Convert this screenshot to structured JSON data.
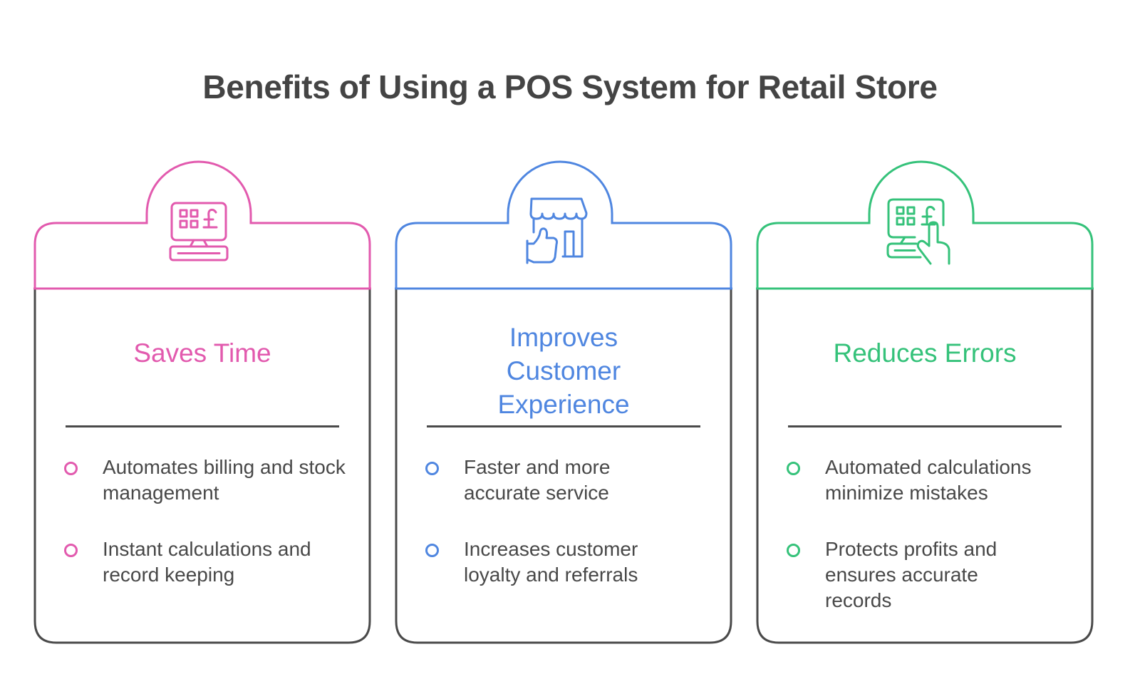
{
  "title": "Benefits of Using a POS System for Retail Store",
  "cards": [
    {
      "heading": "Saves Time",
      "color": "#E25AAE",
      "icon": "pos-terminal-pound-icon",
      "bullets": [
        "Automates billing and stock management",
        "Instant calculations and record keeping"
      ]
    },
    {
      "heading": "Improves Customer Experience",
      "color": "#4F86E0",
      "icon": "store-thumbs-up-icon",
      "bullets": [
        "Faster and more accurate service",
        "Increases customer loyalty and referrals"
      ]
    },
    {
      "heading": "Reduces Errors",
      "color": "#35C27A",
      "icon": "pos-terminal-touch-icon",
      "bullets": [
        "Automated calculations minimize mistakes",
        "Protects profits and ensures accurate records"
      ]
    }
  ]
}
